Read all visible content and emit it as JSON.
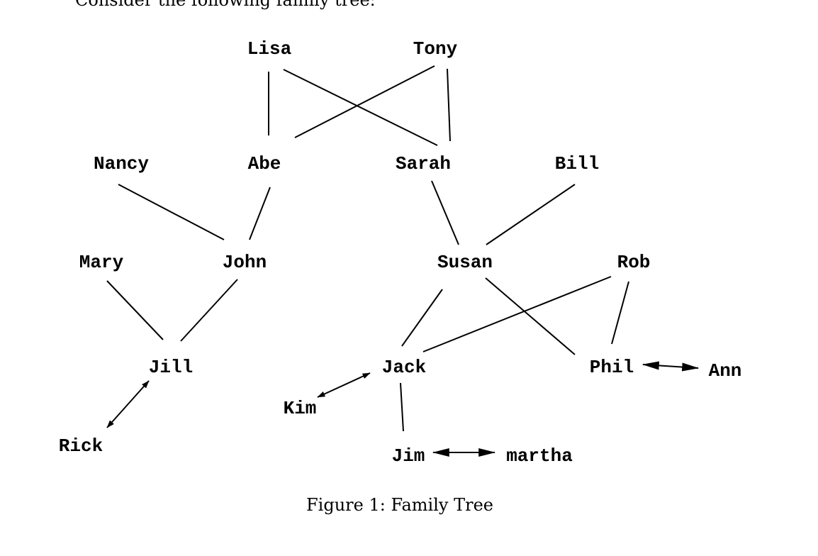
{
  "intro_text": "Consider the following family tree:",
  "caption": "Figure 1: Family Tree",
  "people": {
    "lisa": "Lisa",
    "tony": "Tony",
    "nancy": "Nancy",
    "abe": "Abe",
    "sarah": "Sarah",
    "bill": "Bill",
    "mary": "Mary",
    "john": "John",
    "susan": "Susan",
    "rob": "Rob",
    "jill": "Jill",
    "jack": "Jack",
    "phil": "Phil",
    "ann": "Ann",
    "kim": "Kim",
    "rick": "Rick",
    "jim": "Jim",
    "martha": "martha"
  }
}
